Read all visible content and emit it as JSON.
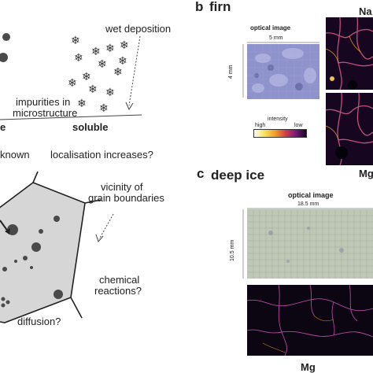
{
  "panel_a": {
    "labels": {
      "wet_deposition": "wet deposition",
      "impurities_line1": "impurities in",
      "impurities_line2": "microstructure",
      "insoluble_fragment": "e",
      "soluble": "soluble",
      "known_fragment": "known",
      "localisation": "localisation increases?",
      "vicinity_line1": "vicinity of",
      "vicinity_line2": "grain boundaries",
      "chemical_line1": "chemical",
      "chemical_line2": "reactions?",
      "diffusion": "diffusion?"
    }
  },
  "panel_b": {
    "letter": "b",
    "title": "firn",
    "optical_label": "optical image",
    "scale_horizontal": "5 mm",
    "scale_vertical": "4 mm",
    "legend_title": "intensity",
    "legend_high": "high",
    "legend_low": "low",
    "element_top": "Na",
    "element_bottom": "Mg"
  },
  "panel_c": {
    "letter": "c",
    "title": "deep ice",
    "optical_label": "optical image",
    "scale_horizontal": "18.5 mm",
    "scale_vertical": "10.5 mm",
    "element_label": "Mg"
  },
  "colors": {
    "grain_fill": "#d6d6d6",
    "particle": "#4a4a4a",
    "firn_optical": "#8f93cc",
    "map_dark": "#160620",
    "map_bright": "#f0a02a",
    "deep_optical": "#bfc8b6"
  }
}
